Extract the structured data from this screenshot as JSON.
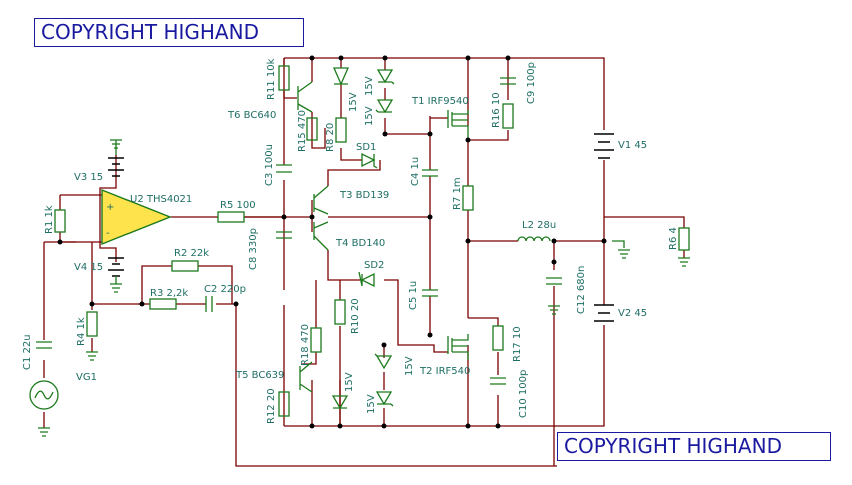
{
  "watermark": {
    "top": "COPYRIGHT HIGHAND",
    "bottom": "COPYRIGHT HIGHAND"
  },
  "components": {
    "R11": "R11 10k",
    "R15": "R15 470",
    "R8": "R8 20",
    "R16": "R16 10",
    "C9": "C9 100p",
    "T1": "T1 IRF9540",
    "T6": "T6 BC640",
    "C3": "C3 100u",
    "SD1": "SD1",
    "Z1": "15V",
    "Z2": "15V",
    "Z3": "15V",
    "C4": "C4 1u",
    "T3": "T3 BD139",
    "R7": "R7 1m",
    "V1": "V1 45",
    "U2": "U2 THS4021",
    "V3": "V3 15",
    "V4": "V4 15",
    "R1": "R1 1k",
    "R5": "R5 100",
    "C8": "C8 330p",
    "T4": "T4 BD140",
    "L2": "L2 28u",
    "R6": "R6 4",
    "R2": "R2 22k",
    "SD2": "SD2",
    "R3": "R3 2,2k",
    "C2": "C2 220p",
    "C5": "C5 1u",
    "C12": "C12 680n",
    "V2": "V2 45",
    "R4": "R4 1k",
    "R18": "R18 470",
    "R10": "R10 20",
    "C1": "C1 22u",
    "VG1": "VG1",
    "T5": "T5 BC639",
    "Z4": "15V",
    "Z5": "15V",
    "Z6": "15V",
    "T2": "T2 IRF540",
    "R17": "R17 10",
    "C10": "C10 100p",
    "R12": "R12 20"
  }
}
